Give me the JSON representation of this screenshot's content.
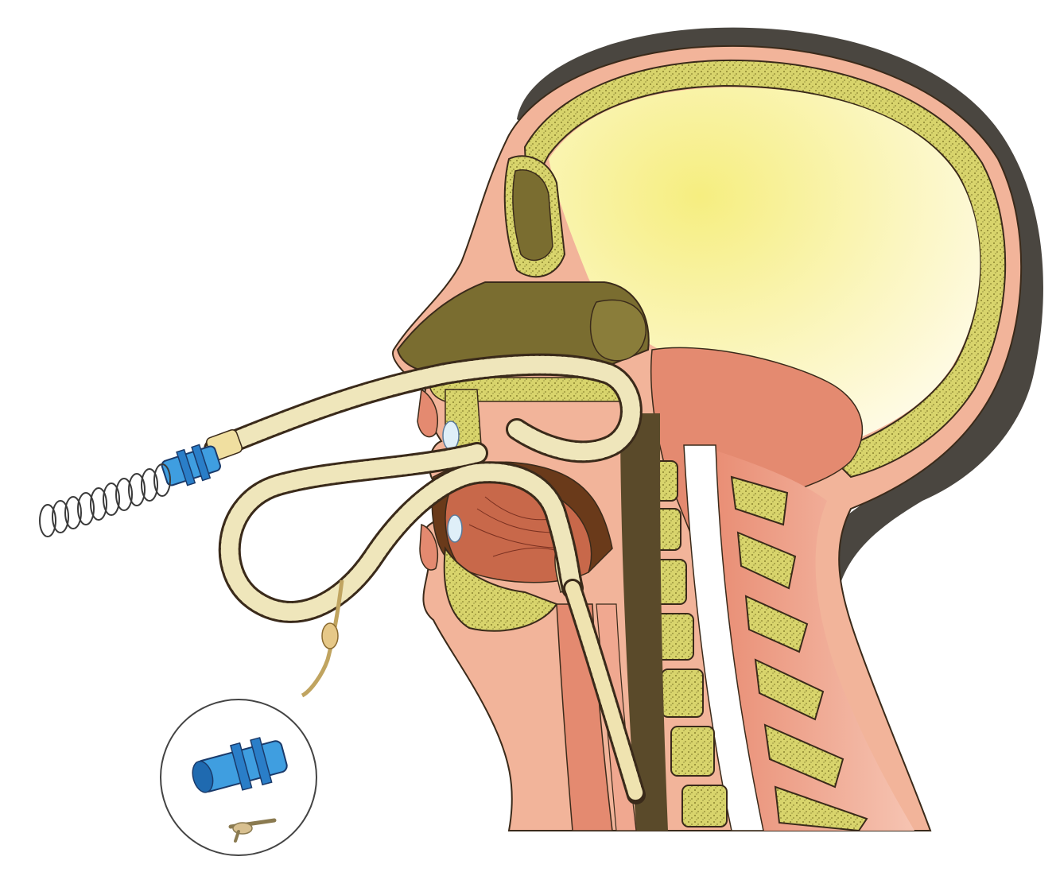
{
  "figure": {
    "subject": "",
    "title": "",
    "labels": []
  },
  "colors": {
    "background": "#ffffff",
    "hair": "#4a4640",
    "skin": "#f2b49a",
    "brain": "#faf2a0",
    "bone_yellow": "#d9d470",
    "bone_speckle": "#8a8430",
    "cavity_olive": "#7a6d30",
    "muscle": "#e48a70",
    "tissue_pink": "#f0a890",
    "tube_cream": "#efe3b0",
    "tube_ring": "#b8a870",
    "connector_blue": "#3f9ee0",
    "tongue": "#c8684a",
    "airway_dark": "#5a4a2a"
  },
  "icons": {
    "corrugated_tube": "ventilator-tube",
    "connector": "blue-connector",
    "inset_detail": "magnified-connector-inset"
  }
}
